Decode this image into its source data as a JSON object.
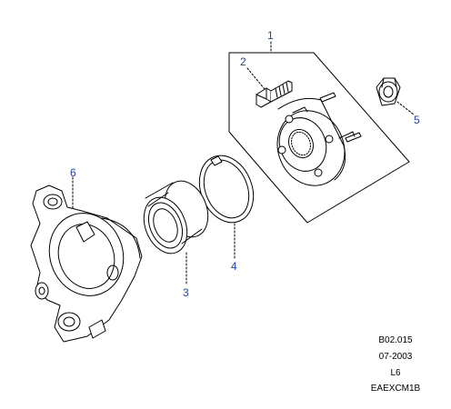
{
  "callouts": {
    "c1": "1",
    "c2": "2",
    "c3": "3",
    "c4": "4",
    "c5": "5",
    "c6": "6"
  },
  "drawing_info": {
    "ref": "B02.015",
    "date": "07-2003",
    "model": "L6",
    "code": "EAEXCM1B"
  },
  "colors": {
    "line": "#000000",
    "callout": "#1f3fbf",
    "background": "#ffffff"
  }
}
